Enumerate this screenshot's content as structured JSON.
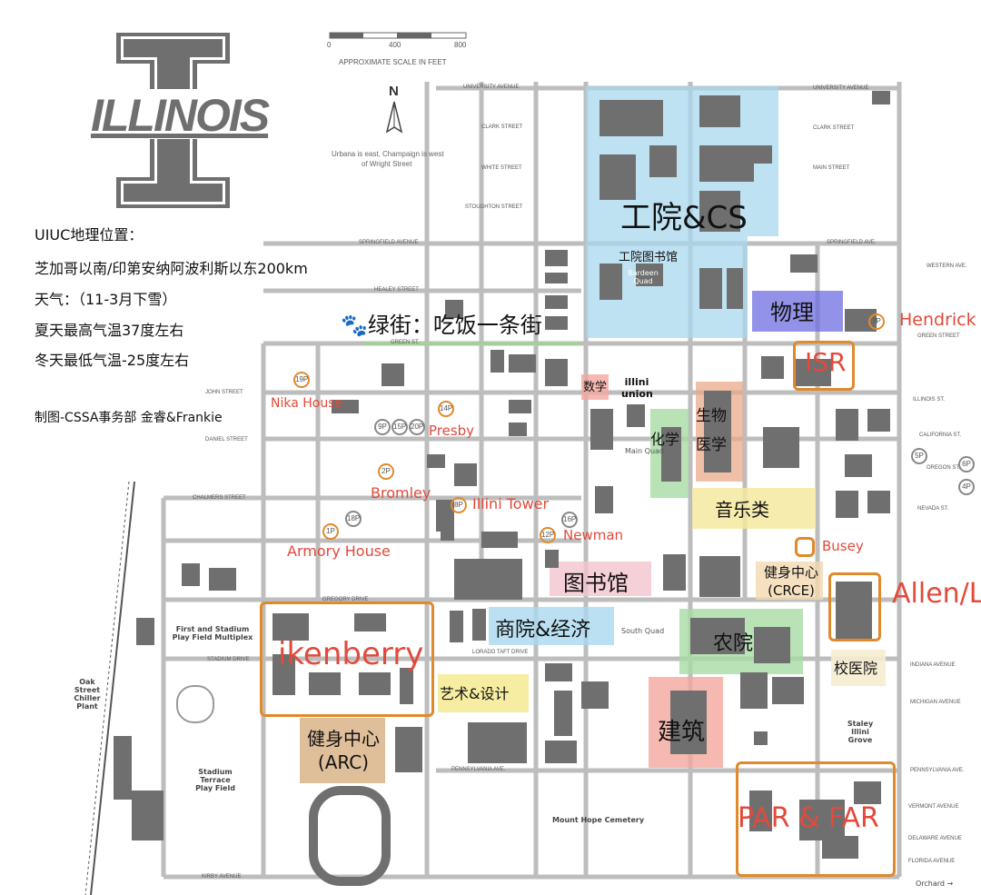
{
  "logo": {
    "text": "ILLINOIS"
  },
  "scale": {
    "ticks": [
      "0",
      "400",
      "800"
    ],
    "caption": "APPROXIMATE SCALE IN FEET"
  },
  "north": {
    "letter": "N",
    "note_line1": "Urbana is east, Champaign is west",
    "note_line2": "of Wright Street"
  },
  "info": {
    "title": "UIUC地理位置：",
    "line1": "芝加哥以南/印第安纳阿波利斯以东200km",
    "line2": "天气：（11-3月下雪）",
    "line3": "夏天最高气温37度左右",
    "line4": "冬天最低气温-25度左右",
    "credit": "制图-CSSA事务部 金睿&Frankie"
  },
  "zones": {
    "engineering": "工院&CS",
    "eng_library": "工院图书馆",
    "bardeen": "Bardeen Quad",
    "physics": "物理",
    "green_street": "🐾绿街：吃饭一条街",
    "isr": "ISR",
    "math": "数学",
    "union": "illini union",
    "chemistry": "化学",
    "bio_med": "生物医学",
    "music": "音乐类",
    "library": "图书馆",
    "crce": "健身中心(CRCE)",
    "business": "商院&经济",
    "agriculture": "农院",
    "art": "艺术&设计",
    "architecture": "建筑",
    "arc": "健身中心(ARC)",
    "ikenberry": "ikenberry",
    "health": "校医院",
    "allen": "Allen/LAR",
    "par_far": "PAR & FAR",
    "main_quad": "Main Quad",
    "south_quad": "South Quad"
  },
  "dorms": {
    "hendrick": "Hendrick",
    "nika": "Nika House",
    "presby": "Presby",
    "bromley": "Bromley",
    "illini_tower": "Illini Tower",
    "newman": "Newman",
    "armory": "Armory House",
    "busey": "Busey"
  },
  "rings": [
    "7P",
    "19P",
    "14P",
    "9P",
    "15P",
    "20P",
    "2P",
    "8P",
    "16P",
    "12P",
    "1P",
    "18P",
    "5P",
    "6P",
    "4P"
  ],
  "streets": {
    "university": "UNIVERSITY AVENUE",
    "clark": "CLARK STREET",
    "white": "WHITE STREET",
    "stoughton": "STOUGHTON STREET",
    "springfield": "SPRINGFIELD AVENUE",
    "healey": "HEALEY STREET",
    "green": "GREEN ST.",
    "john": "JOHN STREET",
    "daniel": "DANIEL STREET",
    "chalmers": "CHALMERS STREET",
    "gregory": "GREGORY DRIVE",
    "stadium": "STADIUM DRIVE",
    "lorado": "LORADO TAFT DRIVE",
    "pennsylvania": "PENNSYLVANIA AVE.",
    "kirby": "KIRBY AVENUE",
    "illinois": "ILLINOIS ST.",
    "california": "CALIFORNIA ST.",
    "oregon": "OREGON ST.",
    "nevada": "NEVADA ST.",
    "indiana": "INDIANA AVENUE",
    "michigan": "MICHIGAN AVENUE",
    "vermont": "VERMONT AVENUE",
    "delaware": "DELAWARE AVENUE",
    "florida": "FLORIDA AVENUE",
    "western": "WESTERN AVE.",
    "main": "MAIN STREET",
    "clark_e": "CLARK STREET",
    "univ_e": "UNIVERSITY AVENUE",
    "springfield_e": "SPRINGFIELD AVE.",
    "green_e": "GREEN STREET",
    "penn_e": "PENNSYLVANIA AVE."
  },
  "places": {
    "first_stadium": "First and Stadium Play Field Multiplex",
    "stadium_terrace": "Stadium Terrace Play Field",
    "oak_chiller": "Oak Street Chiller Plant",
    "mount_hope": "Mount Hope Cemetery",
    "staley": "Staley Illini Grove",
    "orchard": "Orchard →"
  }
}
